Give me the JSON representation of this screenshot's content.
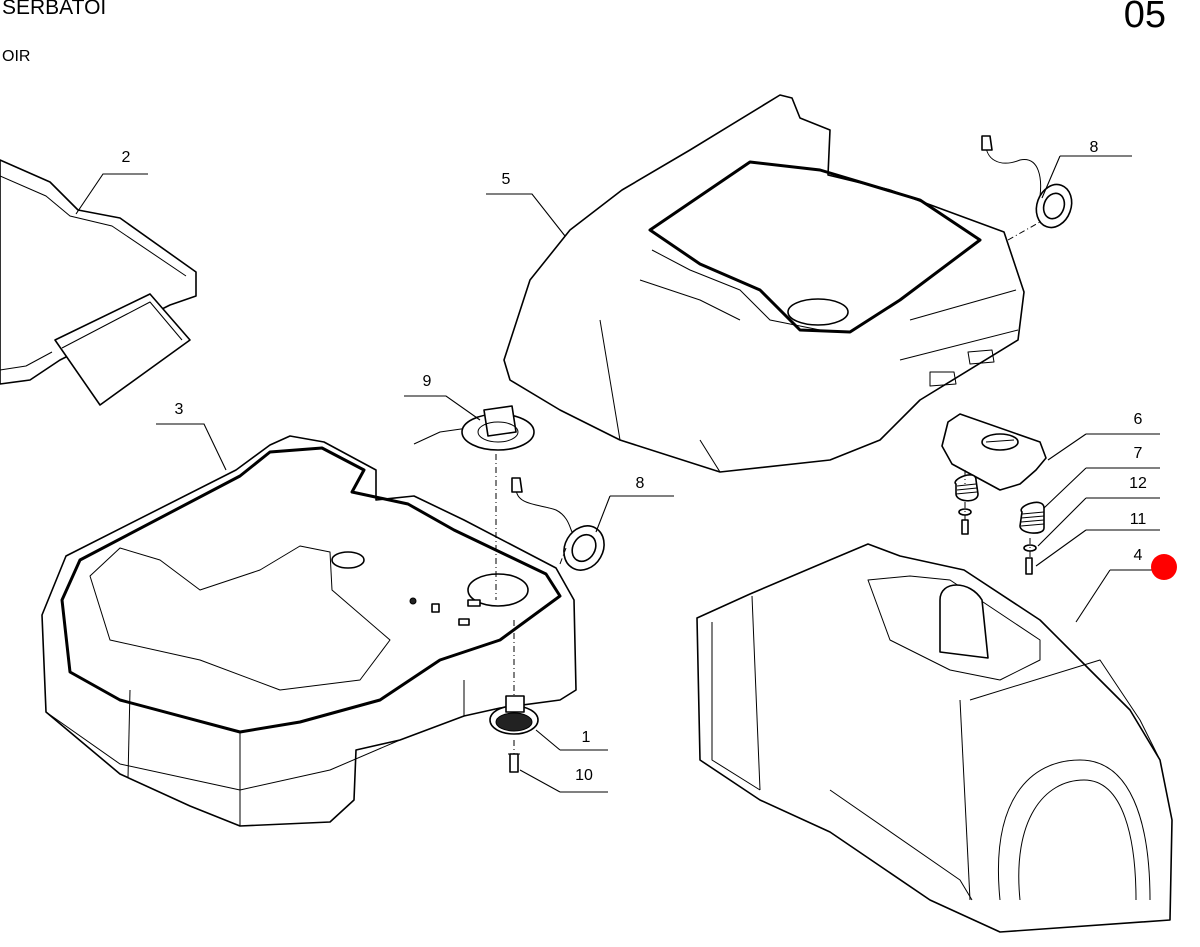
{
  "header": {
    "title_it": "SERBATOI",
    "title_fr": "OIR",
    "page_number": "05"
  },
  "highlight": {
    "color": "#ff0000"
  },
  "callouts": [
    "1",
    "2",
    "3",
    "4",
    "5",
    "6",
    "7",
    "8",
    "8",
    "9",
    "10",
    "11",
    "12"
  ]
}
